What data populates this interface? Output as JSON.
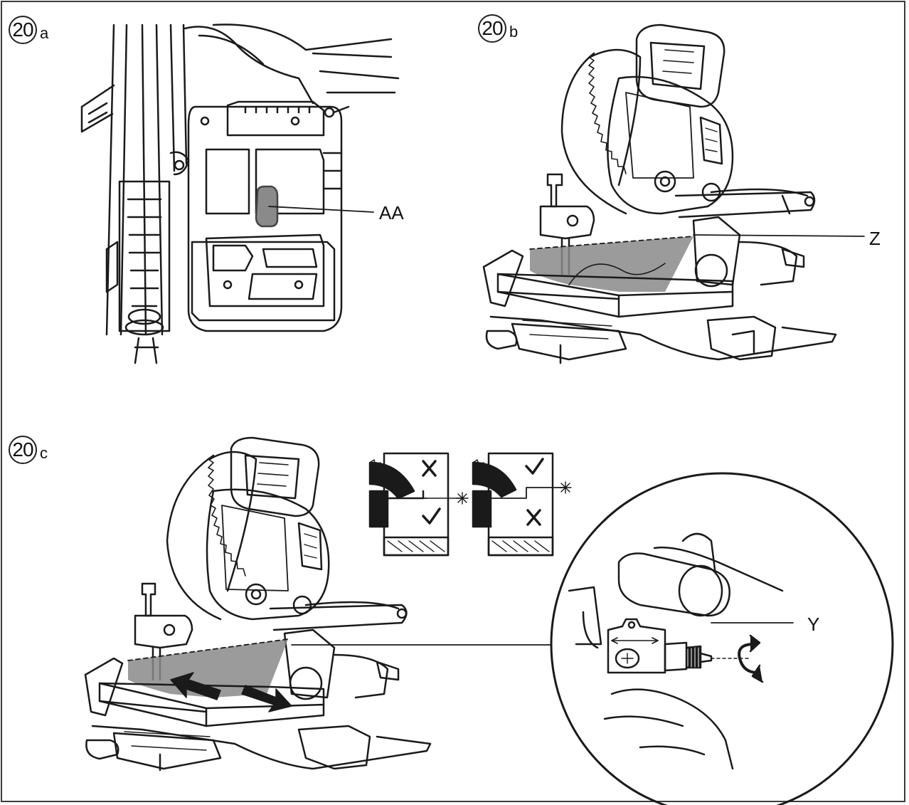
{
  "figures": [
    {
      "number": "20",
      "letter": "a"
    },
    {
      "number": "20",
      "letter": "b"
    },
    {
      "number": "20",
      "letter": "c"
    }
  ],
  "callouts": {
    "aa": "AA",
    "z": "Z",
    "y": "Y"
  },
  "colors": {
    "line": "#1a1a1a",
    "shade": "#8a8a8a",
    "laser_shade": "#6e6e6e"
  }
}
